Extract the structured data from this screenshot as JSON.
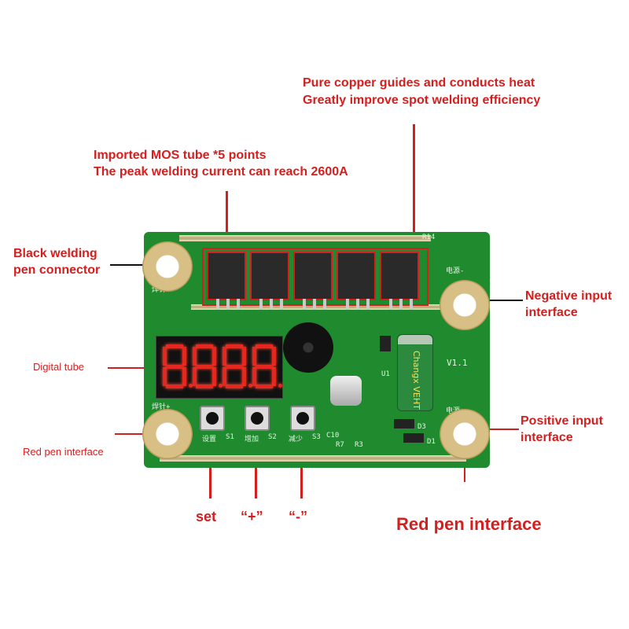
{
  "labels": {
    "copper_line1": "Pure copper guides and conducts heat",
    "copper_line2": "Greatly improve spot welding efficiency",
    "mos_line1": "Imported MOS tube *5 points",
    "mos_line2": "The peak welding current can reach 2600A",
    "black_pen_line1": "Black welding",
    "black_pen_line2": "pen connector",
    "negative_line1": "Negative input",
    "negative_line2": "interface",
    "digital_tube": "Digital tube",
    "red_pen_small": "Red pen interface",
    "positive_line1": "Positive input",
    "positive_line2": "interface",
    "set_button": "set",
    "plus_button": "“+”",
    "minus_button": "“-”",
    "red_pen_large": "Red pen interface"
  },
  "board": {
    "version": "V1.1",
    "display_value": "8.8.8.8",
    "capacitor_brand": "Changx VEHT",
    "silk_r14": "R14",
    "silk_neg": "电源-",
    "silk_pos": "电源+",
    "silk_pen1": "焊针-",
    "silk_pen2": "焊针+",
    "silk_set": "设置",
    "silk_inc": "增加",
    "silk_dec": "减少",
    "silk_s1": "S1",
    "silk_s2": "S2",
    "silk_s3": "S3",
    "silk_u1": "U1",
    "silk_d3": "D3",
    "silk_d1": "D1",
    "silk_r3": "R3",
    "silk_r7": "R7",
    "silk_c10": "C10"
  },
  "colors": {
    "accent": "#d41f1f",
    "pcb": "#1f8a2e",
    "segment": "#e3281f"
  }
}
